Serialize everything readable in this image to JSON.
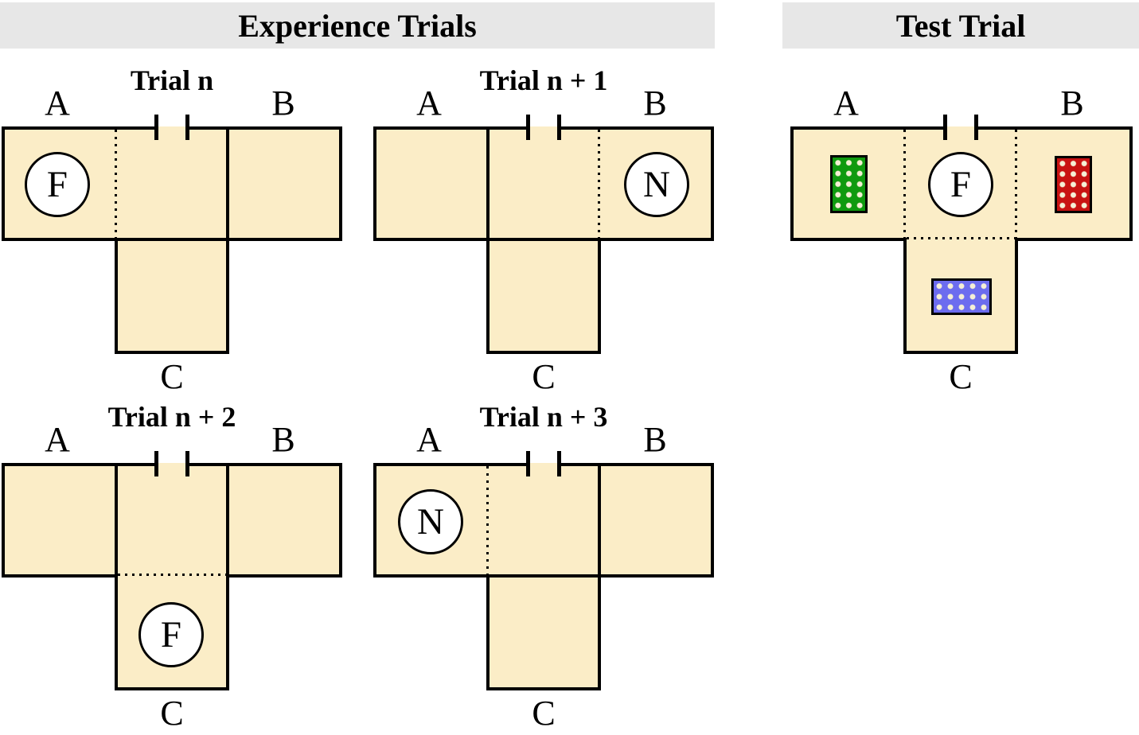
{
  "figure": {
    "headers": {
      "experience": "Experience Trials",
      "test": "Test Trial"
    },
    "colors": {
      "maze_fill": "#FBEDC7",
      "header_bg": "#E7E7E7",
      "outline": "#000000",
      "marker_fill": "#FFFFFF",
      "patch_dot": "#F5EFD5",
      "green_patch": "#0F9A0F",
      "red_patch": "#C91212",
      "blue_patch": "#6C6CEF"
    },
    "trials": [
      {
        "title": "Trial n",
        "label_a": "A",
        "label_b": "B",
        "label_c": "C",
        "marker_letter": "F",
        "marker_location": "arm A",
        "open_arm": "A"
      },
      {
        "title": "Trial n + 1",
        "label_a": "A",
        "label_b": "B",
        "label_c": "C",
        "marker_letter": "N",
        "marker_location": "arm B",
        "open_arm": "B"
      },
      {
        "title": "Trial n + 2",
        "label_a": "A",
        "label_b": "B",
        "label_c": "C",
        "marker_letter": "F",
        "marker_location": "arm C",
        "open_arm": "C"
      },
      {
        "title": "Trial n + 3",
        "label_a": "A",
        "label_b": "B",
        "label_c": "C",
        "marker_letter": "N",
        "marker_location": "arm A",
        "open_arm": "A"
      }
    ],
    "test_trial": {
      "label_a": "A",
      "label_b": "B",
      "label_c": "C",
      "marker_letter": "F",
      "marker_location": "center",
      "open_arms": "A, B, C",
      "patches": [
        {
          "arm": "A",
          "color_name": "green",
          "hex": "#0F9A0F",
          "pattern": "dotted"
        },
        {
          "arm": "B",
          "color_name": "red",
          "hex": "#C91212",
          "pattern": "dotted"
        },
        {
          "arm": "C",
          "color_name": "blue",
          "hex": "#6C6CEF",
          "pattern": "dotted"
        }
      ]
    }
  }
}
